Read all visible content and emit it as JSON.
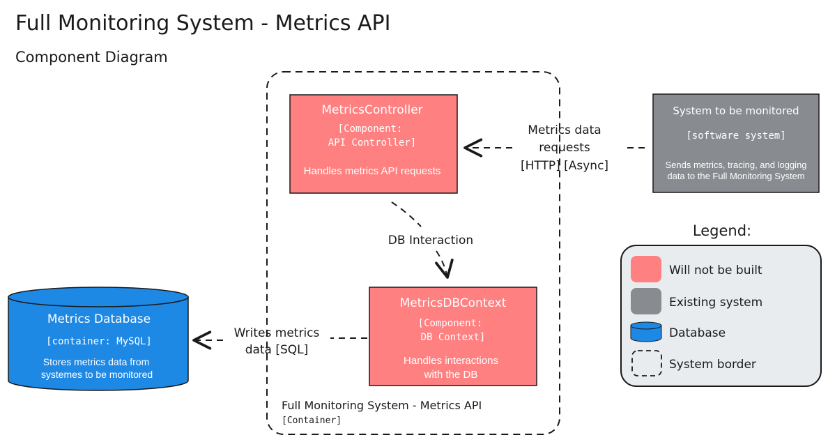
{
  "header": {
    "title": "Full Monitoring System - Metrics API",
    "subtitle": "Component Diagram"
  },
  "colors": {
    "component": "#ff8080",
    "existing": "#888b8f",
    "database": "#1e88e5",
    "legend_bg": "#e9ecef",
    "stroke": "#1a1a1a",
    "component_text": "#ffffff"
  },
  "system_boundary": {
    "label": "Full Monitoring System - Metrics API",
    "type": "[Container]"
  },
  "nodes": {
    "controller": {
      "name": "MetricsController",
      "tech_line1": "[Component:",
      "tech_line2": "API Controller]",
      "description": "Handles metrics API requests",
      "icon": "rectangle-component"
    },
    "dbcontext": {
      "name": "MetricsDBContext",
      "tech_line1": "[Component:",
      "tech_line2": "DB Context]",
      "description_line1": "Handles interactions",
      "description_line2": "with the DB",
      "icon": "rectangle-component"
    },
    "external": {
      "name": "System to be monitored",
      "tech": "[software system]",
      "description_line1": "Sends metrics, tracing, and logging",
      "description_line2": "data to the Full Monitoring System",
      "icon": "rectangle-existing"
    },
    "database": {
      "name": "Metrics Database",
      "tech": "[container: MySQL]",
      "description_line1": "Stores metrics data from",
      "description_line2": "systemes to be monitored",
      "icon": "cylinder-database"
    }
  },
  "edges": {
    "http": {
      "label_line1": "Metrics data",
      "label_line2": "requests",
      "label_line3": "[HTTP] [Async]"
    },
    "db_interaction": {
      "label": "DB Interaction"
    },
    "sql": {
      "label_line1": "Writes metrics",
      "label_line2": "data [SQL]"
    }
  },
  "legend": {
    "title": "Legend:",
    "items": [
      {
        "label": "Will not be built",
        "icon": "red-rounded-square"
      },
      {
        "label": "Existing system",
        "icon": "gray-rounded-square"
      },
      {
        "label": "Database",
        "icon": "blue-cylinder"
      },
      {
        "label": "System border",
        "icon": "dashed-square"
      }
    ]
  }
}
